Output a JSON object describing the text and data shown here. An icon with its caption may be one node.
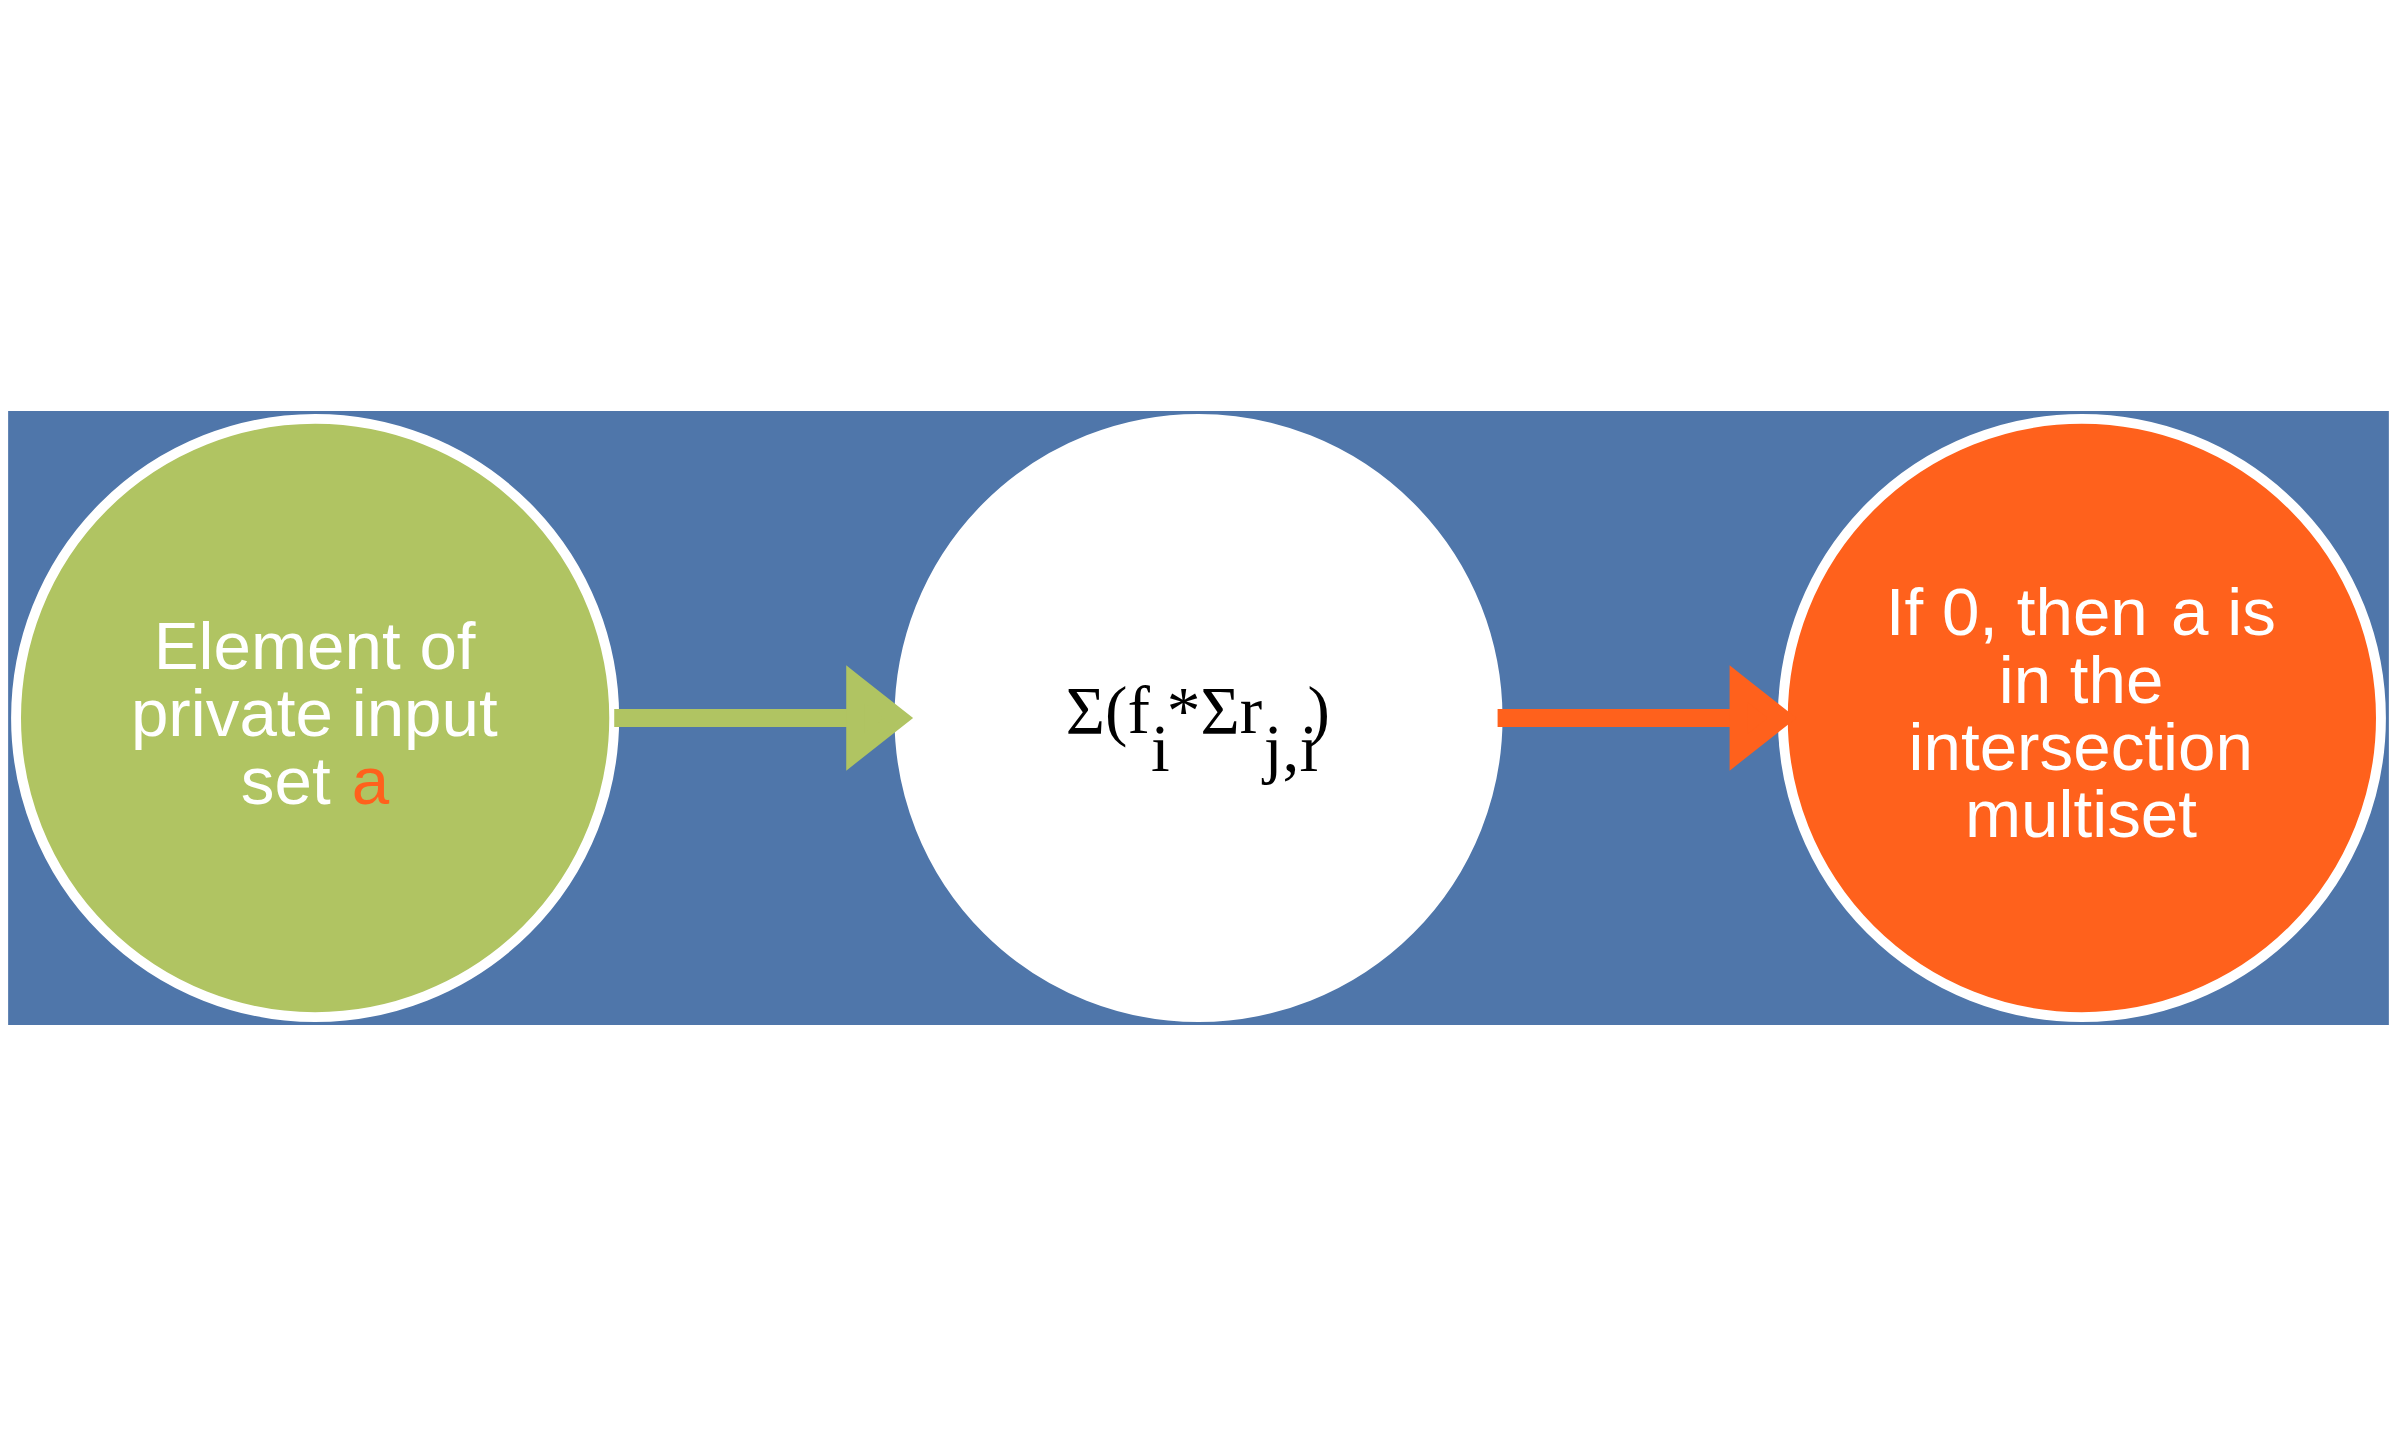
{
  "diagram": {
    "nodes": [
      {
        "text": [
          "Element of private input set *a*"
        ]
      },
      {
        "text": [
          "Σ(f$_{i}$*Σr$_{j,i}$)"
        ]
      },
      {
        "text": [
          "If 0, then *a* is in the intersection multiset"
        ]
      }
    ],
    "edges": [
      {
        "from": 0,
        "to": 1,
        "arrow": "to",
        "color": "#b0c462"
      },
      {
        "from": 1,
        "to": 2,
        "arrow": "to",
        "color": "#ff611c"
      }
    ]
  }
}
